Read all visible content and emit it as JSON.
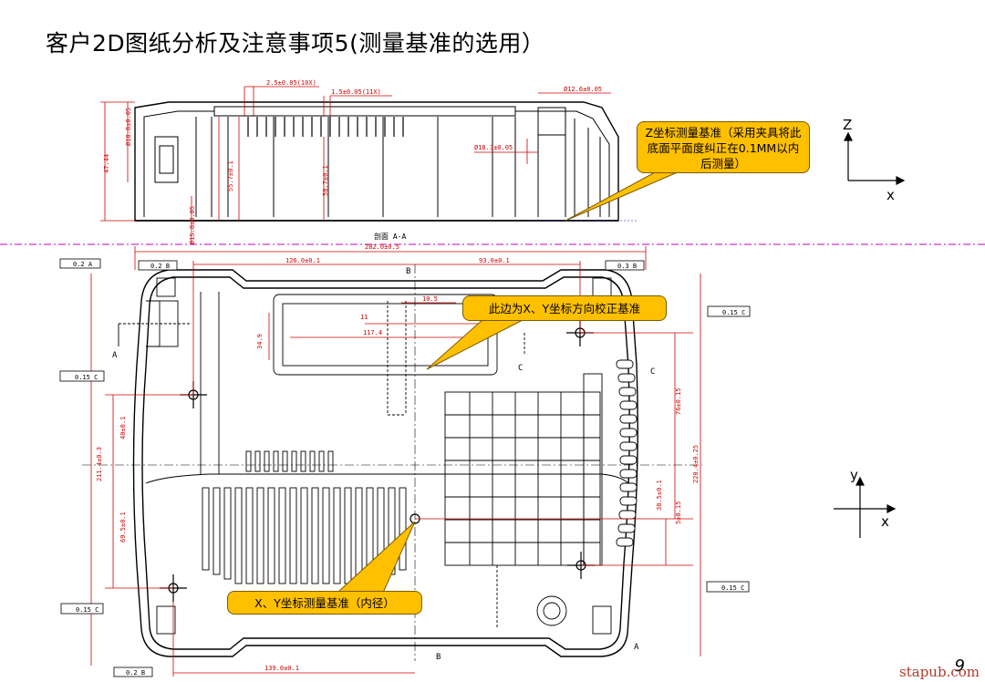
{
  "title": "客户2D图纸分析及注意事项5(测量基准的选用）",
  "callouts": {
    "z_datum": "Z坐标测量基准（采用夹具将此底面平面度纠正在0.1MM以内后测量）",
    "xy_edge": "此边为X、Y坐标方向校正基准",
    "xy_datum": "X、Y坐标测量基准（内径）"
  },
  "axes": {
    "top": {
      "vertical": "Z",
      "horizontal": "x"
    },
    "bottom": {
      "vertical": "y",
      "horizontal": "x"
    }
  },
  "drawing": {
    "section_label": "剖面 A-A",
    "dims_top": [
      "2.5±0.05(10X)",
      "1.5±0.05(11X)",
      "Ø12.6±0.05",
      "Ø18.3±0.05",
      "Ø18.8±0.05",
      "47.44",
      "55.7±0.1",
      "58.7±0.1",
      "Ø15.8±0.05"
    ],
    "dims_plan": [
      "282.0±0.5",
      "126.0±0.1",
      "93.0±0.1",
      "139.0±0.1",
      "211.4±0.3",
      "220.4±0.25",
      "40±0.1",
      "69.5±0.1",
      "76±0.15",
      "38.5±0.1",
      "5±0.15",
      "34.9",
      "10.5",
      "11",
      "117.4"
    ],
    "tolerance_frames": [
      "0.2 A",
      "0.2 B",
      "0.3 B",
      "0.15 C",
      "0.15 C",
      "0.15 C",
      "0.15 C",
      "0.2 B"
    ],
    "section_marks": [
      "A",
      "A",
      "B",
      "B",
      "C",
      "C"
    ]
  },
  "page_number": "9",
  "watermark": "stapub.com"
}
